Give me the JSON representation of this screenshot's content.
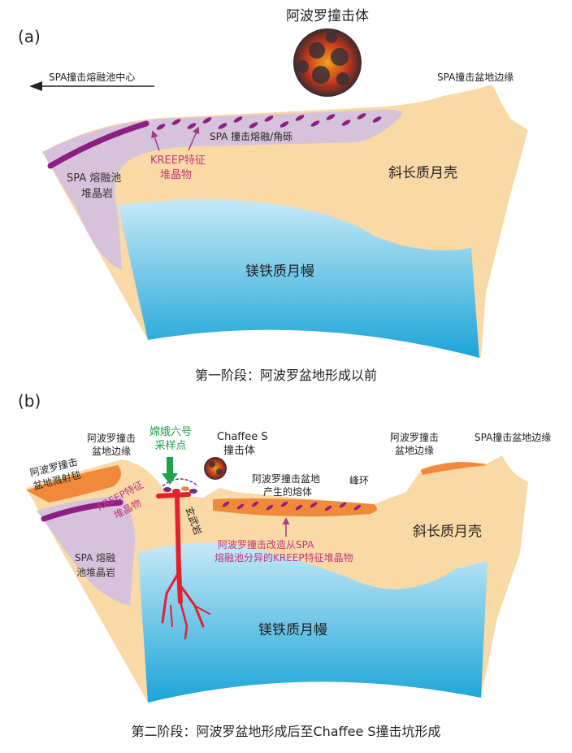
{
  "panel_a": {
    "label": "(a)",
    "impactor": "阿波罗撞击体",
    "melt_pool_center": "SPA撞击熔融池中心",
    "basin_rim": "SPA撞击盆地边缘",
    "melt_breccia": "SPA 撞击熔融/角砾",
    "pool_cumulate_1": "SPA 熔融池",
    "pool_cumulate_2": "堆晶岩",
    "kreep_1": "KREEP特征",
    "kreep_2": "堆晶物",
    "crust": "斜长质月壳",
    "mantle": "镁铁质月幔",
    "caption": "第一阶段：阿波罗盆地形成以前"
  },
  "panel_b": {
    "label": "(b)",
    "chang_e_1": "嫦娥六号",
    "chang_e_2": "采样点",
    "chaffee_1": "Chaffee S",
    "chaffee_2": "撞击体",
    "apollo_rim_left_1": "阿波罗撞击",
    "apollo_rim_left_2": "盆地边缘",
    "ejecta_1": "阿波罗撞击",
    "ejecta_2": "盆地溅射毯",
    "kreep_1": "KREEP特征",
    "kreep_2": "堆晶物",
    "basalt": "玄武岩",
    "melt_1": "阿波罗撞击盆地",
    "melt_2": "产生的熔体",
    "peak_ring": "峰环",
    "apollo_rim_right_1": "阿波罗撞击",
    "apollo_rim_right_2": "盆地边缘",
    "spa_rim": "SPA撞击盆地边缘",
    "pool_cumulate_1": "SPA 熔融",
    "pool_cumulate_2": "池堆晶岩",
    "reworked_1": "阿波罗撞击改造从SPA",
    "reworked_2": "熔融池分异的KREEP特征堆晶物",
    "crust": "斜长质月壳",
    "mantle": "镁铁质月幔",
    "caption": "第二阶段：阿波罗盆地形成后至Chaffee S撞击坑形成"
  },
  "colors": {
    "crust": "#f9d9a6",
    "mantle_top": "#bfe6f6",
    "mantle_bottom": "#1aa3d8",
    "pool": "#d7c2dc",
    "kreep": "#8e1d84",
    "ejecta": "#f08a3a",
    "basalt": "#e3202f",
    "chang_e": "#1ea24a",
    "annotation_pink": "#c0377d"
  }
}
